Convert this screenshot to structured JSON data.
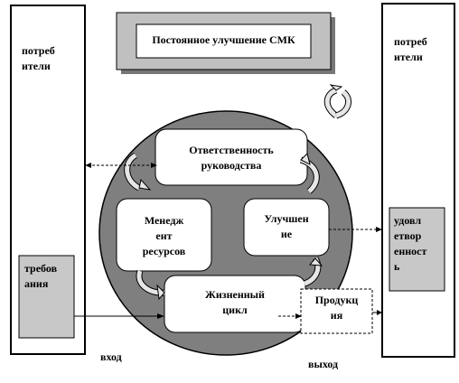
{
  "title": "Постоянное улучшение СМК",
  "left_box": {
    "label_line1": "потреб",
    "label_line2": "ители"
  },
  "right_box": {
    "label_line1": "потреб",
    "label_line2": "ители"
  },
  "requirements": {
    "line1": "требов",
    "line2": "ания"
  },
  "satisfaction": {
    "line1": "удовл",
    "line2": "етвор",
    "line3": "енност",
    "line4": "ь"
  },
  "processes": {
    "responsibility": {
      "line1": "Ответственность",
      "line2": "руководства"
    },
    "resources": {
      "line1": "Менедж",
      "line2": "ент",
      "line3": "ресурсов"
    },
    "improvement": {
      "line1": "Улучшен",
      "line2": "ие"
    },
    "lifecycle": {
      "line1": "Жизненный",
      "line2": "цикл"
    }
  },
  "product": {
    "line1": "Продукц",
    "line2": "ия"
  },
  "input_label": "вход",
  "output_label": "выход"
}
